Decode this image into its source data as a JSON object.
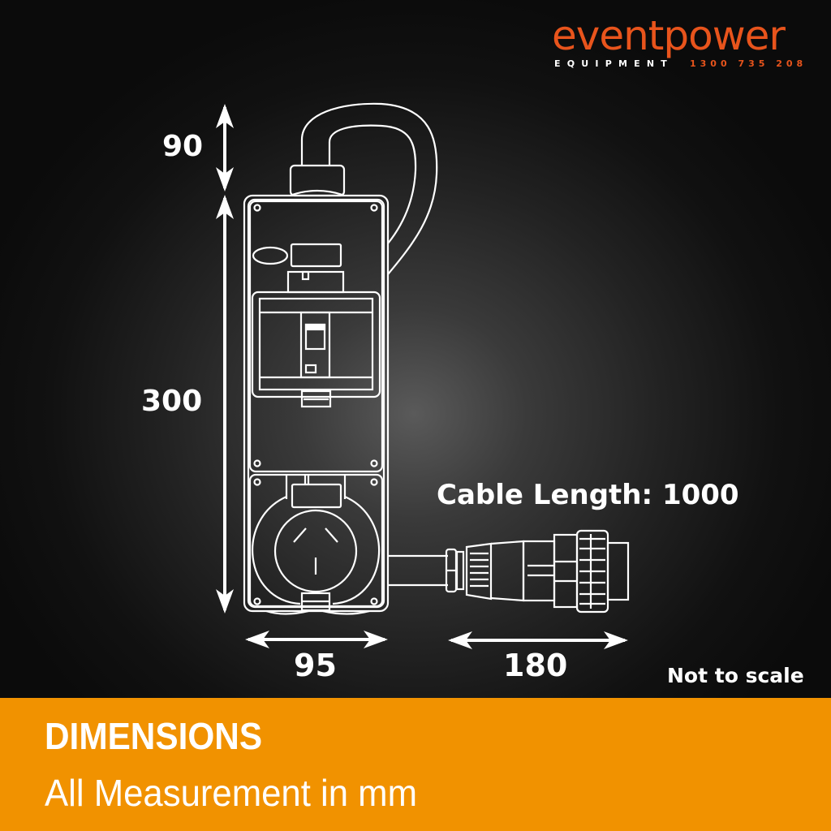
{
  "brand": {
    "name": "eventpower",
    "tagline": "EQUIPMENT",
    "phone": "1300 735 208",
    "color": "#e8541c"
  },
  "dimensions": {
    "plug_height": "90",
    "body_height": "300",
    "body_width": "95",
    "plug_length": "180",
    "cable_length_label": "Cable Length: 1000",
    "note": "Not to scale"
  },
  "footer": {
    "title": "DIMENSIONS",
    "subtitle": "All Measurement in mm",
    "background": "#f19200"
  },
  "colors": {
    "background": "#111111",
    "line": "#ffffff"
  }
}
